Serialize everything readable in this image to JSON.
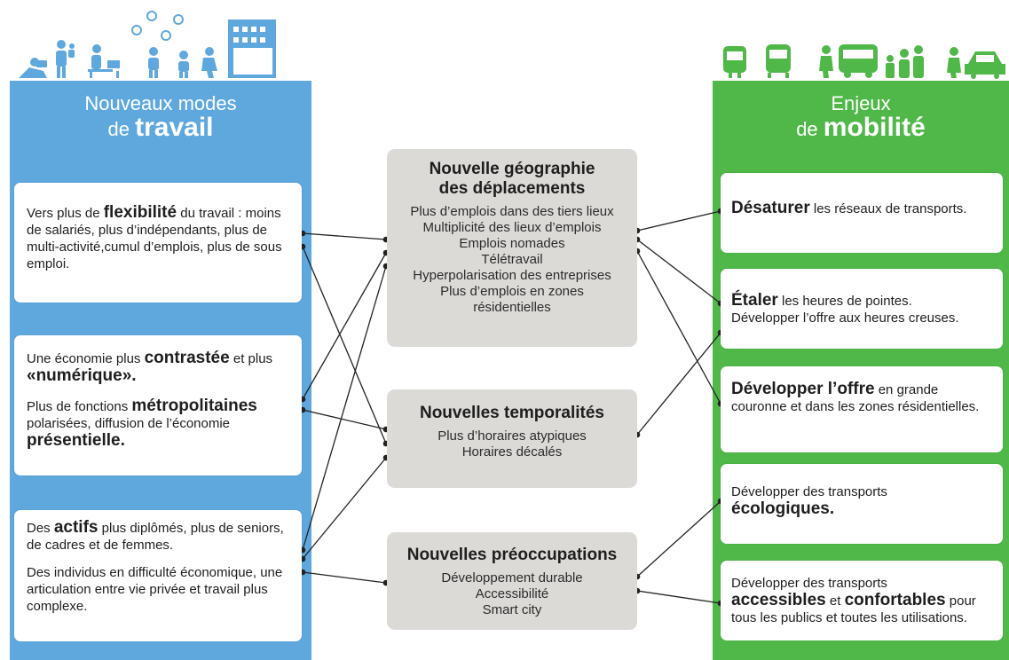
{
  "left_column": {
    "title_line1": "Nouveaux modes",
    "title_line2_prefix": "de ",
    "title_line2_bold": "travail",
    "bg_color": "#5ea8de"
  },
  "right_column": {
    "title_line1": "Enjeux",
    "title_line2_prefix": "de ",
    "title_line2_bold": "mobilité",
    "bg_color": "#4fb848"
  },
  "left_boxes": [
    {
      "p1_a": "Vers plus de ",
      "p1_b": "flexibilité",
      "p1_c": " du travail : moins de salariés, plus d’indépendants, plus de multi-activité,cumul d’emplois, plus de sous emploi."
    },
    {
      "p1_a": "Une économie plus ",
      "p1_b": "contrastée",
      "p1_c": " et plus ",
      "p1_d": "«numérique».",
      "p2_a": "Plus de fonctions ",
      "p2_b": "métropolitaines",
      "p2_c": " polarisées, diffusion de l’économie ",
      "p2_d": "présentielle."
    },
    {
      "p1_a": "Des ",
      "p1_b": "actifs",
      "p1_c": " plus diplômés, plus de seniors, de cadres et de femmes.",
      "p2": "Des individus en difficulté économique, une articulation entre vie privée et travail plus complexe."
    }
  ],
  "middle_boxes": [
    {
      "title_l1": "Nouvelle géographie",
      "title_l2": "des déplacements",
      "lines": [
        "Plus d’emplois dans des tiers lieux",
        "Multiplicité des lieux d’emplois",
        "Emplois nomades",
        "Télétravail",
        "Hyperpolarisation des entreprises",
        "Plus d’emplois en zones",
        "résidentielles"
      ]
    },
    {
      "title_l1": "Nouvelles temporalités",
      "lines": [
        "Plus d’horaires atypiques",
        "Horaires décalés"
      ]
    },
    {
      "title_l1": "Nouvelles préoccupations",
      "lines": [
        "Développement durable",
        "Accessibilité",
        "Smart city"
      ]
    }
  ],
  "right_boxes": [
    {
      "a": "Désaturer",
      "b": " les réseaux de transports."
    },
    {
      "a": "Étaler",
      "b": " les heures de pointes.",
      "c": "Développer l’offre aux heures creuses."
    },
    {
      "a": "Développer l’offre",
      "b": " en grande couronne et dans les zones résidentielles."
    },
    {
      "a": "Développer des transports ",
      "b": "écologiques."
    },
    {
      "a": "Développer des transports ",
      "b": "accessibles",
      "c": " et ",
      "d": "confortables",
      "e": " pour tous les publics et toutes les utilisations."
    }
  ],
  "colors": {
    "middle_box": "#dcdad7",
    "connector": "#222222"
  }
}
